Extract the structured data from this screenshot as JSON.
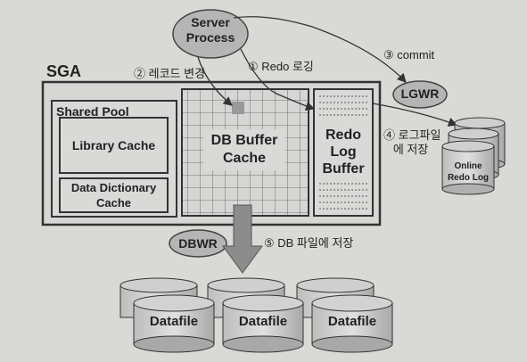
{
  "server_process": "Server\nProcess",
  "sga": "SGA",
  "shared_pool": "Shared Pool",
  "library_cache": "Library Cache",
  "data_dictionary_cache": "Data Dictionary\nCache",
  "db_buffer_cache": "DB Buffer\nCache",
  "redo_log_buffer": "Redo\nLog\nBuffer",
  "lgwr": "LGWR",
  "dbwr": "DBWR",
  "online_redo_log": "Online\nRedo Log",
  "steps": {
    "s1": "① Redo 로깅",
    "s2": "② 레코드 변경",
    "s3": "③ commit",
    "s4": "④ 로그파일\n   에 저장",
    "s5": "⑤ DB 파일에 저장"
  },
  "datafiles": [
    "Datafile",
    "Datafile",
    "Datafile"
  ]
}
